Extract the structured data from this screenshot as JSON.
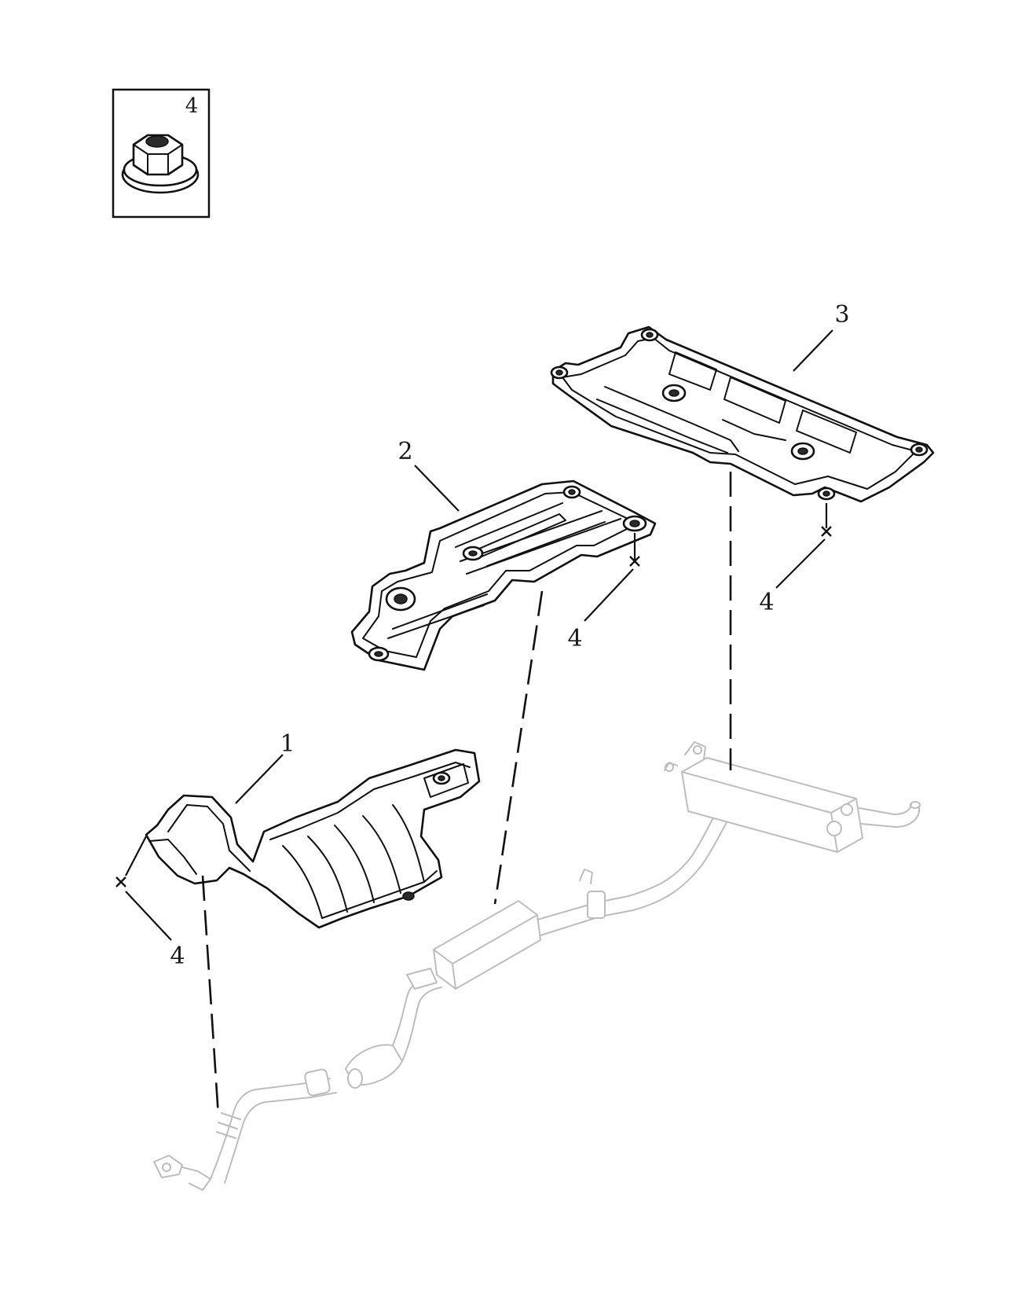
{
  "legend_box": {
    "part_number": "4",
    "icon": "flange-nut-icon"
  },
  "callouts": {
    "part1": "1",
    "part2": "2",
    "part3": "3",
    "fastener_left": "4",
    "fastener_middle": "4",
    "fastener_right": "4"
  },
  "parts": [
    {
      "number": "1",
      "icon": "front-heat-shield-icon"
    },
    {
      "number": "2",
      "icon": "middle-heat-shield-icon"
    },
    {
      "number": "3",
      "icon": "rear-heat-shield-icon"
    },
    {
      "number": "4",
      "icon": "flange-nut-icon"
    }
  ],
  "context_assembly": {
    "icon": "exhaust-system-icon"
  },
  "colors": {
    "line": "#111111",
    "context_line": "#bdbdbd",
    "background": "#ffffff"
  }
}
